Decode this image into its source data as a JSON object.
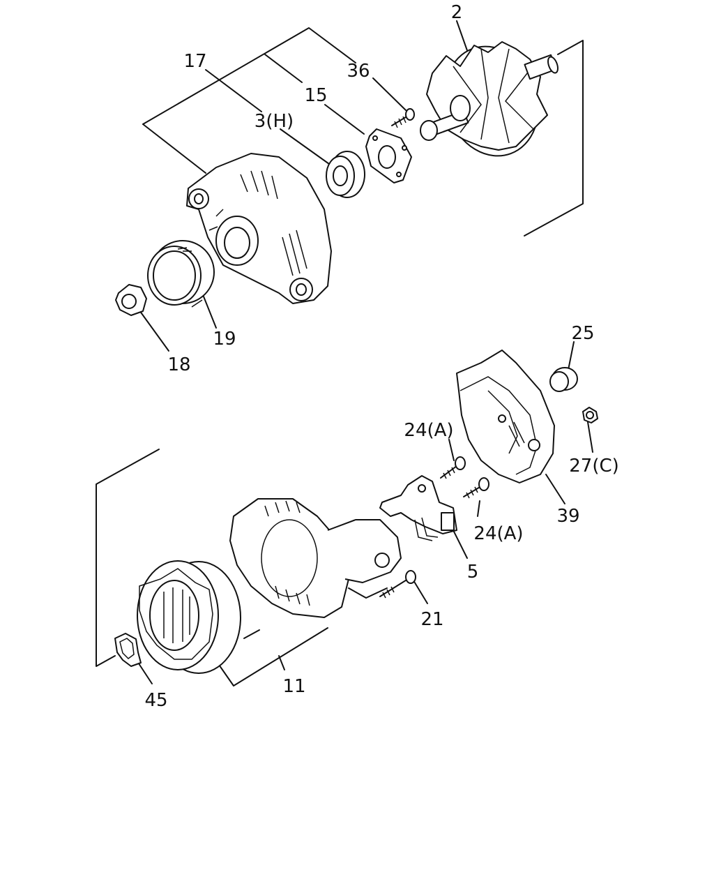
{
  "labels": {
    "l2": "2",
    "l17": "17",
    "l36": "36",
    "l15": "15",
    "l3h": "3(H)",
    "l19": "19",
    "l18": "18",
    "l25": "25",
    "l24a_top": "24(A)",
    "l27c": "27(C)",
    "l24a_mid": "24(A)",
    "l39": "39",
    "l5": "5",
    "l21": "21",
    "l11": "11",
    "l45": "45"
  }
}
